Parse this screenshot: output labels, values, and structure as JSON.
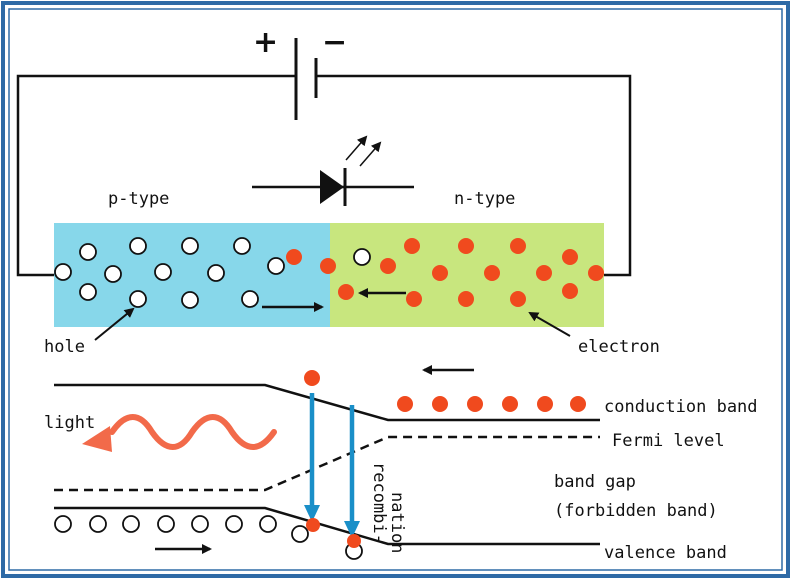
{
  "battery": {
    "plus": "+",
    "minus": "−"
  },
  "labels": {
    "p_type": "p-type",
    "n_type": "n-type",
    "hole": "hole",
    "electron": "electron",
    "light": "light",
    "conduction_band": "conduction band",
    "fermi_level": "Fermi level",
    "band_gap": "band gap",
    "forbidden_band": "(forbidden band)",
    "valence_band": "valence band",
    "recombi": "recombi-",
    "nation": "nation"
  },
  "colors": {
    "border": "#2e6aa6",
    "p_region": "#87d7ea",
    "n_region": "#c8e67e",
    "electron": "#f04a1e",
    "recombination_arrow": "#1a8fc8",
    "light_wave": "#f26a4a"
  },
  "icons": {
    "led": "led-diode-symbol-icon",
    "battery": "battery-symbol-icon"
  }
}
